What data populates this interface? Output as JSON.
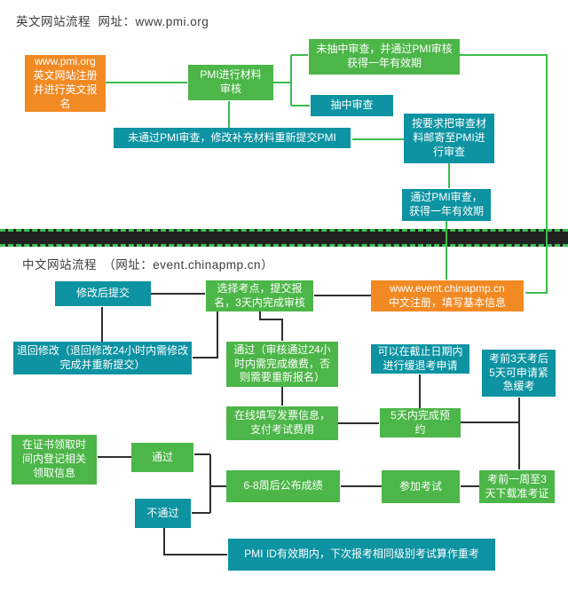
{
  "colors": {
    "box_green": "#4cb648",
    "box_teal": "#0d93a2",
    "box_orange": "#f28a24",
    "arrow_green": "#3bbd4e",
    "arrow_black": "#2f2f2f",
    "divider_black": "#212121",
    "divider_dash_green": "#3ec152",
    "header_text": "#3d3d3d",
    "box_text": "#ffffff"
  },
  "sections": {
    "en": {
      "header": "英文网站流程  网址：www.pmi.org"
    },
    "cn": {
      "header": "中文网站流程　（网址：event.chinapmp.cn）"
    }
  },
  "nodes": {
    "en_register": {
      "label": "www.pmi.org\n英文网站注册\n并进行英文报\n名"
    },
    "pmi_review": {
      "label": "PMI进行材料\n审核"
    },
    "not_sampled": {
      "label": "未抽中审查，并通过PMI审核\n获得一年有效期"
    },
    "sampled": {
      "label": "抽中审查"
    },
    "mail_materials": {
      "label": "按要求把审查材\n料邮寄至PMI进\n行审查"
    },
    "not_passed": {
      "label": "未通过PMI审查，修改补充材料重新提交PMI"
    },
    "passed_valid": {
      "label": "通过PMI审查，\n获得一年有效期"
    },
    "resubmit": {
      "label": "修改后提交"
    },
    "select_site": {
      "label": "选择考点，提交报\n名，3天内完成审核"
    },
    "cn_register": {
      "label": "www.event.chinapmp.cn\n中文注册，填写基本信息"
    },
    "return_modify": {
      "label": "退回修改（退回修改24小时内需修改\n完成并重新提交）"
    },
    "pass_pay": {
      "label": "通过（审核通过24小\n时内需完成缴费，否\n则需要重新报名）"
    },
    "defer_apply": {
      "label": "可以在截止日期内\n进行缓退考申请"
    },
    "urgent_defer": {
      "label": "考前3天考后\n5天可申请紧\n急缓考"
    },
    "invoice_pay": {
      "label": "在线填写发票信息，\n支付考试费用"
    },
    "book_exam": {
      "label": "5天内完成预\n约"
    },
    "cert_register": {
      "label": "在证书领取时\n间内登记相关\n领取信息"
    },
    "pass": {
      "label": "通过"
    },
    "results": {
      "label": "6-8周后公布成绩"
    },
    "take_exam": {
      "label": "参加考试"
    },
    "download_ticket": {
      "label": "考前一周至3\n天下载准考证"
    },
    "fail": {
      "label": "不通过"
    },
    "retake": {
      "label": "PMI ID有效期内，下次报考相同级别考试算作重考"
    }
  }
}
